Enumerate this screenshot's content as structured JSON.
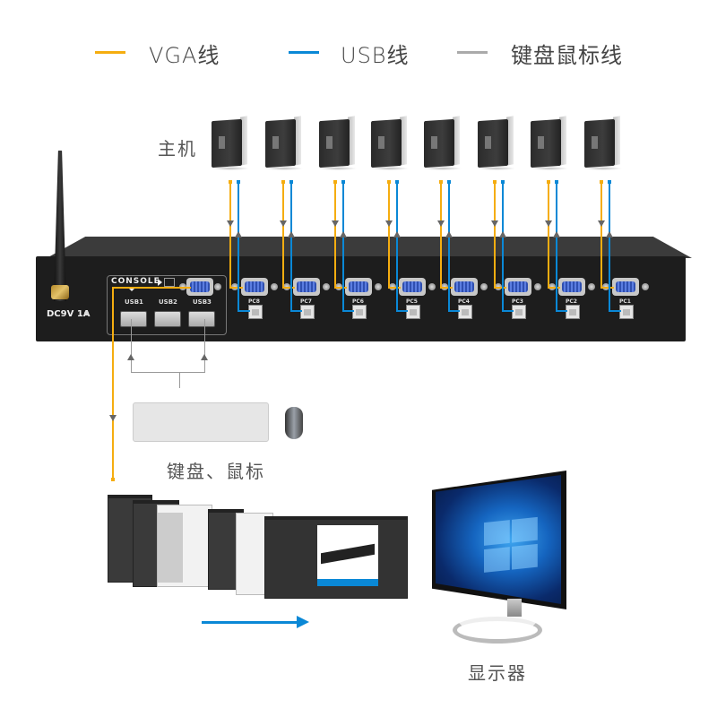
{
  "legend": [
    {
      "label": "VGA线",
      "color": "#f5ad10",
      "icon": "legend-line-vga"
    },
    {
      "label": "USB线",
      "color": "#0a88d6",
      "icon": "legend-line-usb"
    },
    {
      "label": "键盘鼠标线",
      "color": "#aaaaaa",
      "icon": "legend-line-kb"
    }
  ],
  "hosts": {
    "label": "主机",
    "count": 8
  },
  "device": {
    "power_label": "DC9V 1A",
    "console_label": "CONSOLE",
    "usb_ports": [
      "USB1",
      "USB2",
      "USB3"
    ],
    "pc_ports": [
      "PC8",
      "PC7",
      "PC6",
      "PC5",
      "PC4",
      "PC3",
      "PC2",
      "PC1"
    ]
  },
  "peripherals": {
    "label": "键盘、鼠标"
  },
  "monitor": {
    "label": "显示器"
  },
  "colors": {
    "vga": "#f5ad10",
    "usb": "#0a88d6",
    "kb": "#999999",
    "device": "#1d1d1d"
  }
}
